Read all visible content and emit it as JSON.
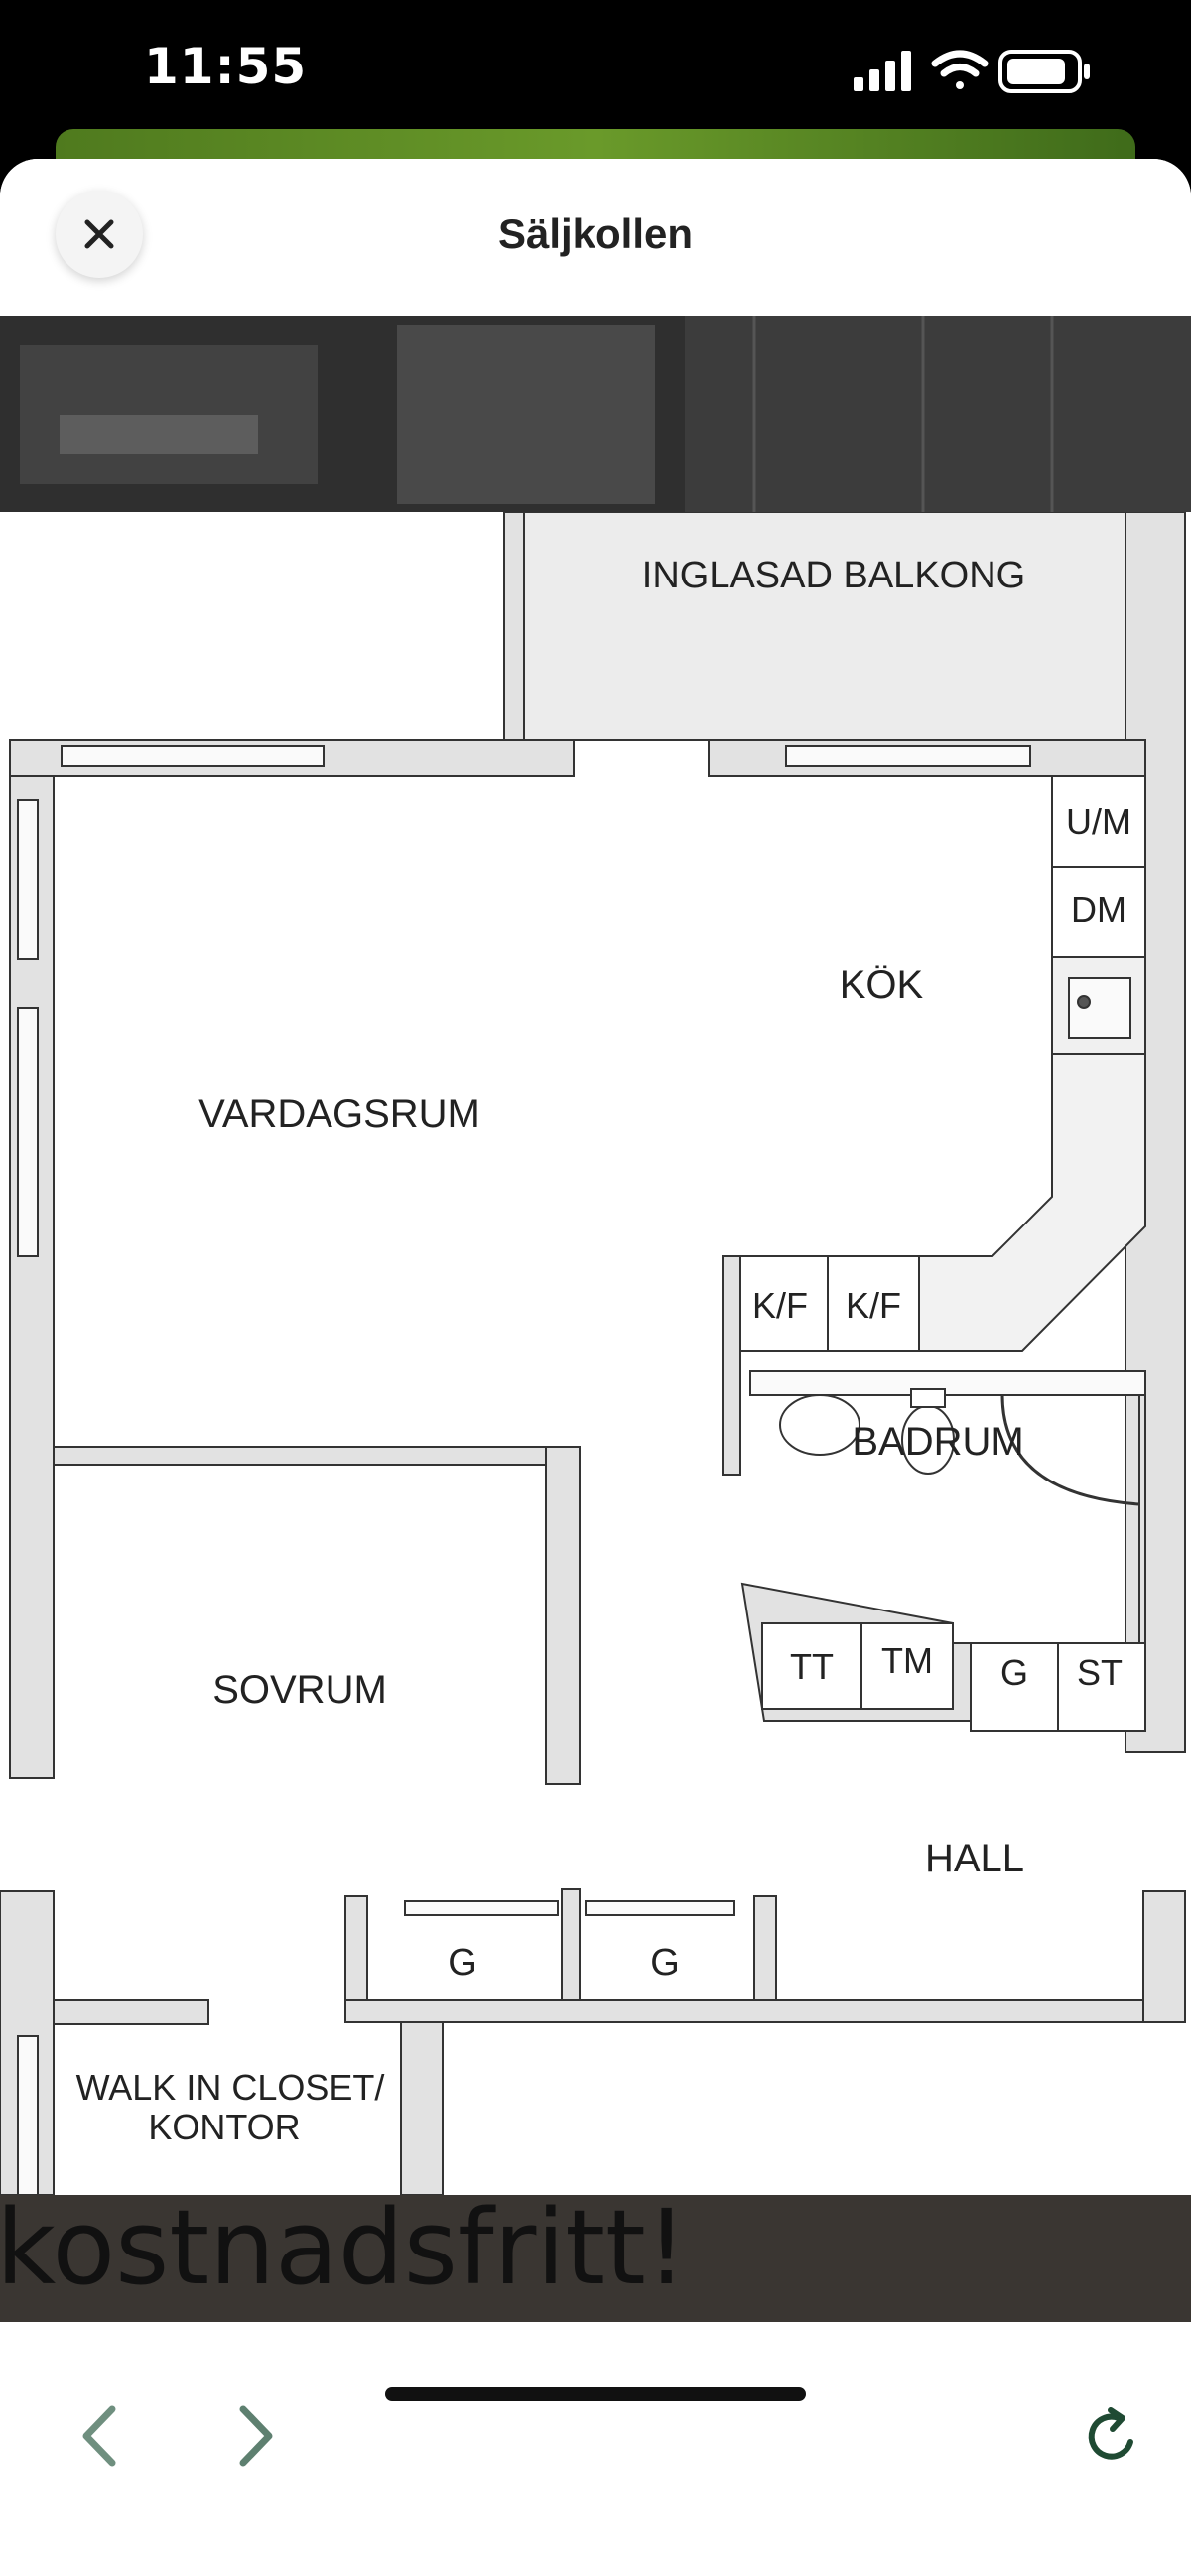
{
  "status_bar": {
    "time": "11:55"
  },
  "sheet": {
    "title": "Säljkollen"
  },
  "floorplan": {
    "rooms": {
      "balcony": "INGLASAD BALKONG",
      "kitchen": "KÖK",
      "living_room": "VARDAGSRUM",
      "bathroom": "BADRUM",
      "bedroom": "SOVRUM",
      "hall": "HALL",
      "walk_in_closet_line1": "WALK IN CLOSET/",
      "walk_in_closet_line2": "KONTOR"
    },
    "fixtures": {
      "um": "U/M",
      "dm": "DM",
      "kf1": "K/F",
      "kf2": "K/F",
      "tt": "TT",
      "tm": "TM",
      "g_bath": "G",
      "st": "ST",
      "g_closet1": "G",
      "g_closet2": "G"
    }
  },
  "bottom_banner": {
    "text": "kostnadsfritt!"
  },
  "icons": {
    "close": "close-icon",
    "back": "chevron-left-icon",
    "forward": "chevron-right-icon",
    "reload": "reload-icon"
  },
  "colors": {
    "nav_back": "#6f8f7f",
    "nav_forward": "#5e8070",
    "reload": "#1f4a33"
  }
}
